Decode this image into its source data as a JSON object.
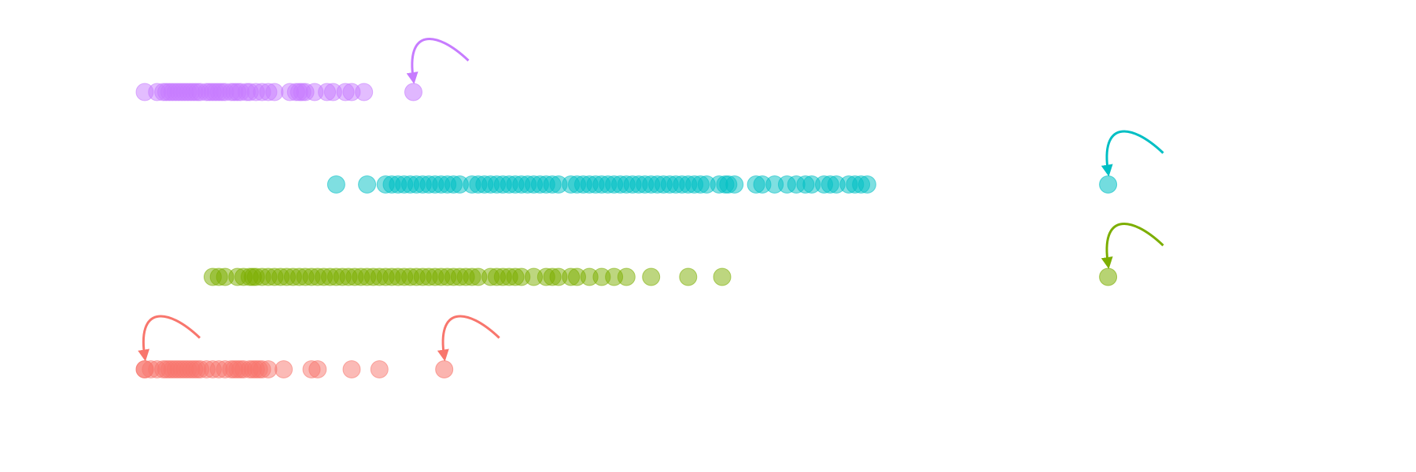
{
  "chart_data": {
    "type": "scatter",
    "title": "",
    "xlabel": "",
    "ylabel": "",
    "grid": false,
    "legend": "none",
    "xlim": [
      0,
      20
    ],
    "series": [
      {
        "color": "#c77cff",
        "row": 1,
        "values": [
          0.0,
          0.2,
          0.3,
          0.35,
          0.4,
          0.45,
          0.5,
          0.55,
          0.6,
          0.65,
          0.7,
          0.75,
          0.8,
          0.85,
          0.9,
          1.0,
          1.05,
          1.1,
          1.15,
          1.2,
          1.25,
          1.3,
          1.4,
          1.45,
          1.5,
          1.55,
          1.65,
          1.7,
          1.8,
          1.9,
          2.0,
          2.1,
          2.35,
          2.45,
          2.5,
          2.55,
          2.6,
          2.75,
          2.95,
          3.05,
          3.25,
          3.35,
          3.55
        ],
        "annotated": 4.35
      },
      {
        "color": "#00bfc4",
        "row": 2,
        "values": [
          3.1,
          3.6,
          3.9,
          4.0,
          4.1,
          4.2,
          4.3,
          4.4,
          4.5,
          4.6,
          4.7,
          4.8,
          4.9,
          5.0,
          5.1,
          5.3,
          5.4,
          5.5,
          5.6,
          5.7,
          5.8,
          5.9,
          6.0,
          6.1,
          6.2,
          6.3,
          6.4,
          6.5,
          6.6,
          6.7,
          6.9,
          7.0,
          7.1,
          7.2,
          7.3,
          7.4,
          7.5,
          7.6,
          7.7,
          7.8,
          7.9,
          8.0,
          8.1,
          8.2,
          8.3,
          8.4,
          8.5,
          8.6,
          8.7,
          8.8,
          8.9,
          9.0,
          9.1,
          9.3,
          9.4,
          9.45,
          9.55,
          9.9,
          10.0,
          10.2,
          10.4,
          10.55,
          10.7,
          10.8,
          11.0,
          11.1,
          11.2,
          11.4,
          11.5,
          11.6,
          11.7
        ],
        "annotated": 15.6
      },
      {
        "color": "#7cae00",
        "row": 3,
        "values": [
          1.1,
          1.2,
          1.3,
          1.5,
          1.6,
          1.7,
          1.75,
          1.8,
          1.9,
          2.0,
          2.1,
          2.2,
          2.3,
          2.4,
          2.5,
          2.6,
          2.7,
          2.8,
          2.9,
          3.0,
          3.1,
          3.2,
          3.3,
          3.4,
          3.5,
          3.6,
          3.7,
          3.8,
          3.9,
          4.0,
          4.1,
          4.2,
          4.3,
          4.4,
          4.5,
          4.6,
          4.7,
          4.8,
          4.9,
          5.0,
          5.1,
          5.2,
          5.3,
          5.4,
          5.6,
          5.7,
          5.8,
          5.9,
          6.0,
          6.1,
          6.3,
          6.5,
          6.6,
          6.7,
          6.9,
          7.0,
          7.2,
          7.4,
          7.6,
          7.8,
          8.2,
          8.8,
          9.35
        ],
        "annotated": 15.6
      },
      {
        "color": "#f8766d",
        "row": 4,
        "values": [
          0.0,
          0.1,
          0.2,
          0.3,
          0.35,
          0.4,
          0.45,
          0.5,
          0.55,
          0.6,
          0.65,
          0.7,
          0.75,
          0.8,
          0.85,
          0.9,
          1.0,
          1.1,
          1.2,
          1.3,
          1.4,
          1.45,
          1.5,
          1.55,
          1.6,
          1.7,
          1.75,
          1.8,
          1.85,
          1.9,
          2.0,
          2.25,
          2.7,
          2.8,
          3.35,
          3.8
        ],
        "annotated": 4.85,
        "annotated_extra": [
          0.0
        ]
      }
    ]
  }
}
